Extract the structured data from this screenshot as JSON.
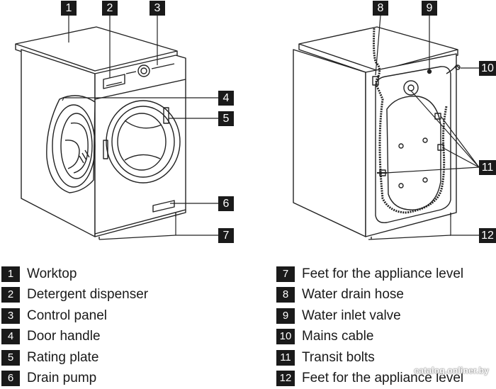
{
  "callouts": {
    "front": [
      "1",
      "2",
      "3",
      "4",
      "5",
      "6",
      "7"
    ],
    "back": [
      "8",
      "9",
      "10",
      "11",
      "12"
    ]
  },
  "legend": [
    {
      "num": "1",
      "label": "Worktop"
    },
    {
      "num": "2",
      "label": "Detergent dispenser"
    },
    {
      "num": "3",
      "label": "Control panel"
    },
    {
      "num": "4",
      "label": "Door handle"
    },
    {
      "num": "5",
      "label": "Rating plate"
    },
    {
      "num": "6",
      "label": "Drain pump"
    },
    {
      "num": "7",
      "label": "Feet for the appliance level"
    },
    {
      "num": "8",
      "label": "Water drain hose"
    },
    {
      "num": "9",
      "label": "Water inlet valve"
    },
    {
      "num": "10",
      "label": "Mains cable"
    },
    {
      "num": "11",
      "label": "Transit bolts"
    },
    {
      "num": "12",
      "label": "Feet for the appliance level"
    }
  ],
  "watermark": "catalog.onliner.by"
}
